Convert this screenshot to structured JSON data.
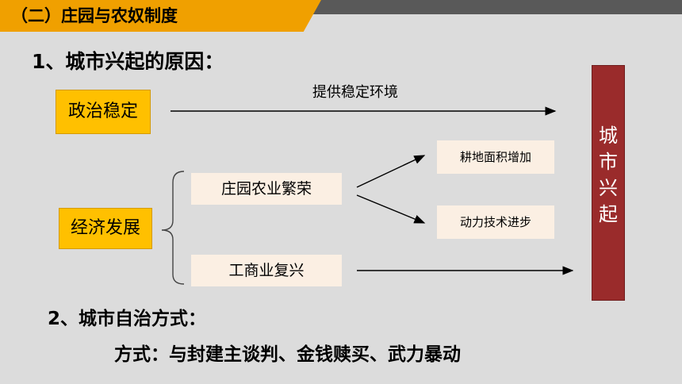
{
  "header": {
    "title": "（二）庄园与农奴制度"
  },
  "section1": {
    "heading": "1、城市兴起的原因："
  },
  "causes": {
    "politics": "政治稳定",
    "economy": "经济发展",
    "arrow_label": "提供稳定环境",
    "manor": "庄园农业繁荣",
    "commerce": "工商业复兴",
    "land": "耕地面积增加",
    "power": "动力技术进步",
    "result": "城\n市\n兴\n起"
  },
  "section2": {
    "heading": "2、城市自治方式：",
    "methods": "方式：与封建主谈判、金钱赎买、武力暴动"
  },
  "colors": {
    "header_orange": "#f0a000",
    "header_gray": "#595959",
    "yellow_box": "#ffc000",
    "light_box": "#fbefe3",
    "result_red": "#9a2b2b"
  }
}
